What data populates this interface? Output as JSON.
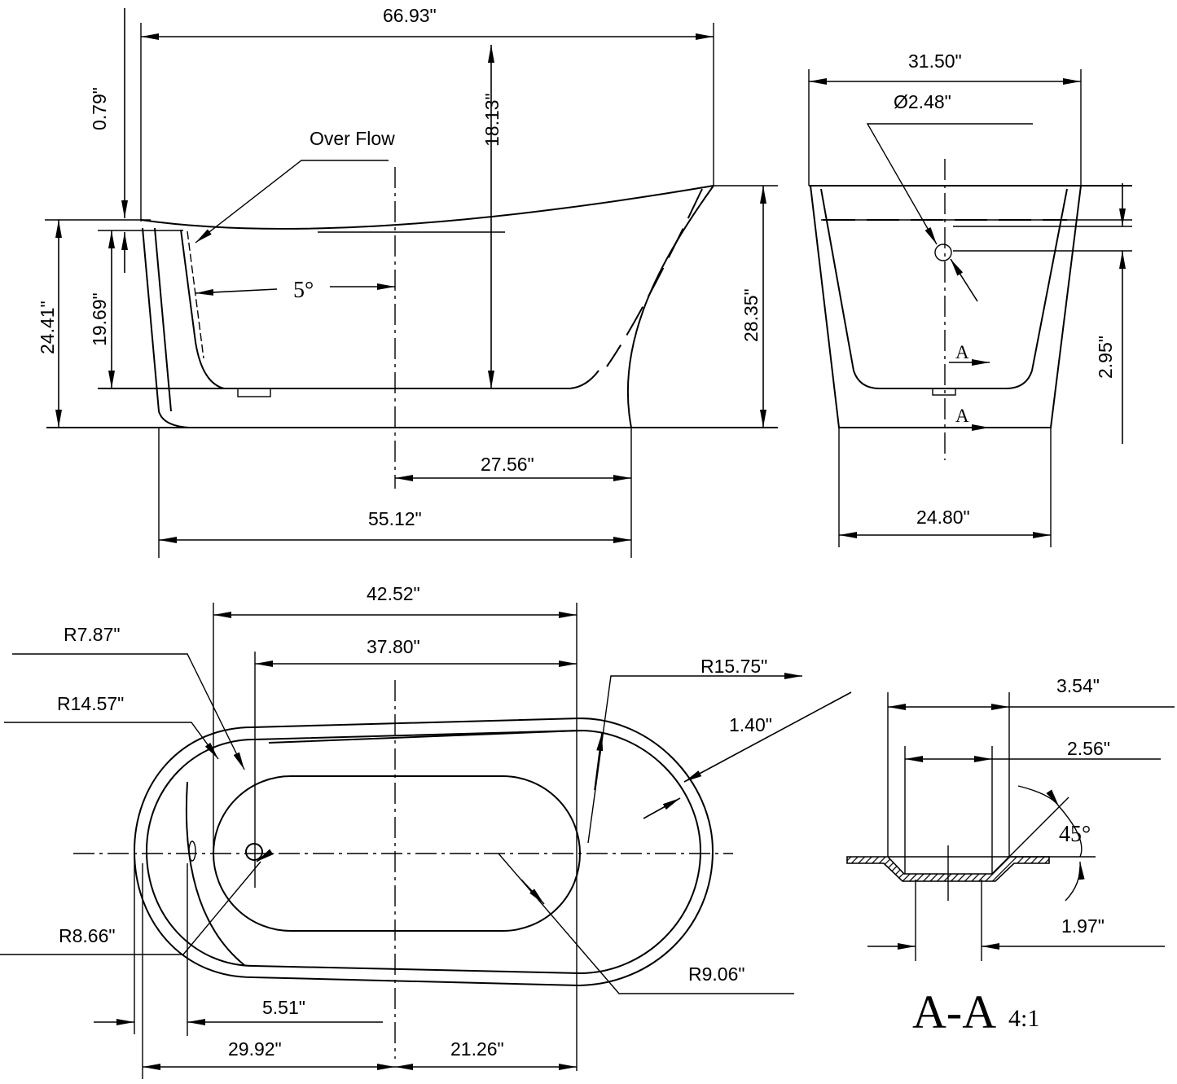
{
  "side_view": {
    "overall_length": "66.93\"",
    "rim_offset": "0.79\"",
    "inner_depth": "18.13\"",
    "overflow_label": "Over Flow",
    "wall_angle": "5°",
    "height_left": "24.41\"",
    "water_depth": "19.69\"",
    "height_right": "28.35\"",
    "half_base": "27.56\"",
    "base_length": "55.12\""
  },
  "end_view": {
    "top_width": "31.50\"",
    "overflow_diameter": "Ø2.48\"",
    "overflow_height": "2.95\"",
    "base_width": "24.80\"",
    "section_marker": "A"
  },
  "top_view": {
    "basin_length": "42.52\"",
    "basin_flat": "37.80\"",
    "radius_1": "R7.87\"",
    "radius_2": "R14.57\"",
    "radius_3": "R8.66\"",
    "radius_4": "R15.75\"",
    "rim_width": "1.40\"",
    "radius_5": "R9.06\"",
    "drain_offset": "5.51\"",
    "drain_to_center": "29.92\"",
    "center_to_end": "21.26\""
  },
  "section_aa": {
    "outer_diameter": "3.54\"",
    "inner_diameter": "2.56\"",
    "angle": "45°",
    "drain_diameter": "1.97\"",
    "title": "A-A",
    "scale": "4:1"
  }
}
